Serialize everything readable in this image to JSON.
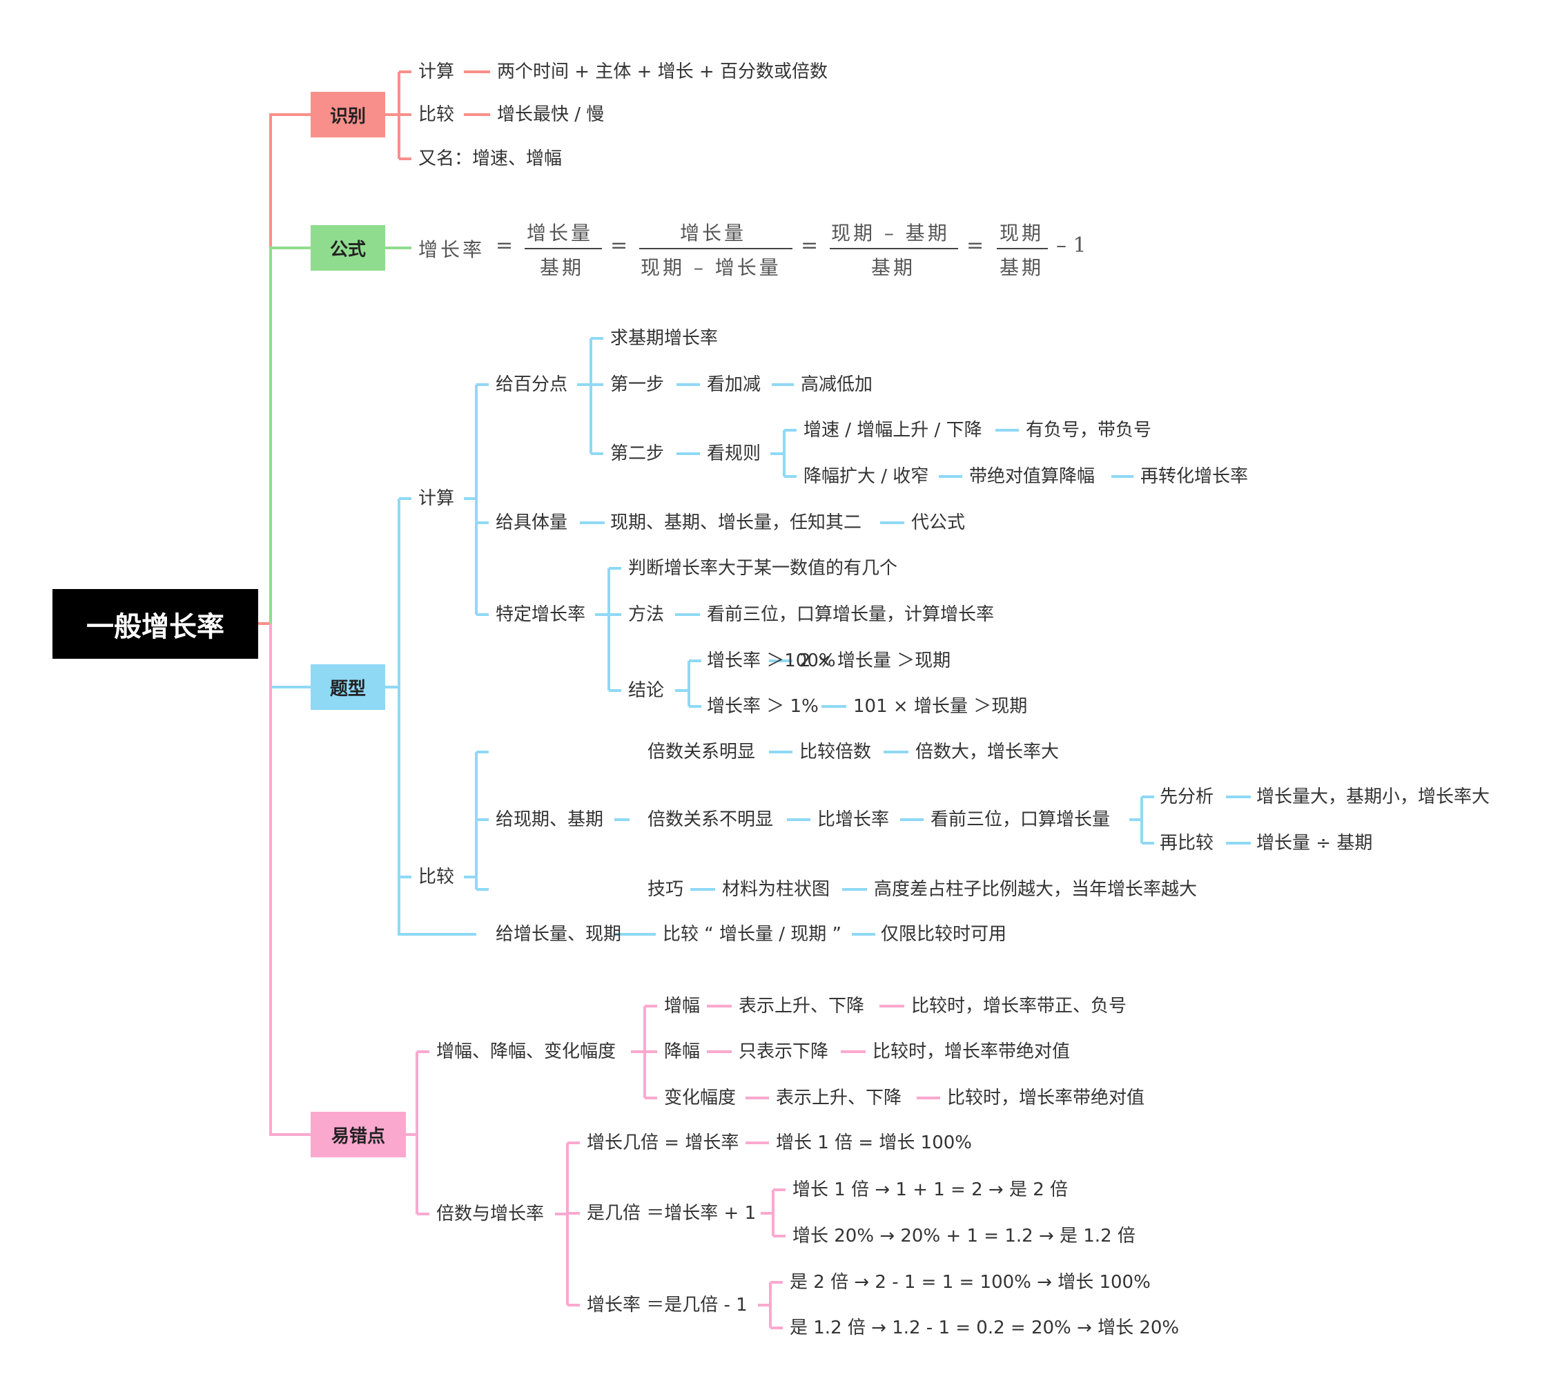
{
  "colors": {
    "root_bg": "#000000",
    "root_text": "#ffffff",
    "identify": "#f98f8a",
    "formula": "#8fdc8f",
    "types": "#8fd9f5",
    "mistakes": "#fba8cf"
  },
  "root": "一般增长率",
  "identify": {
    "label": "识别",
    "calc": "计算",
    "calc_desc": "两个时间 + 主体 + 增长 + 百分数或倍数",
    "compare": "比较",
    "compare_desc": "增长最快 / 慢",
    "alias": "又名：增速、增幅"
  },
  "formula": {
    "label": "公式",
    "lhs": "增长率",
    "eq": "=",
    "f1_num": "增长量",
    "f1_den": "基期",
    "f2_num": "增长量",
    "f2_den": "现期 – 增长量",
    "f3_num": "现期 – 基期",
    "f3_den": "基期",
    "f4_num": "现期",
    "f4_den": "基期",
    "tail": "– 1"
  },
  "types": {
    "label": "题型",
    "calc": "计算",
    "pct_point": "给百分点",
    "base_rate": "求基期增长率",
    "step1": "第一步",
    "step1_a": "看加减",
    "step1_b": "高减低加",
    "step2": "第二步",
    "step2_a": "看规则",
    "rule1": "增速 / 增幅上升 / 下降",
    "rule1_res": "有负号，带负号",
    "rule2": "降幅扩大 / 收窄",
    "rule2_res": "带绝对值算降幅",
    "rule2_res2": "再转化增长率",
    "concrete": "给具体量",
    "concrete_a": "现期、基期、增长量，任知其二",
    "concrete_b": "代公式",
    "specific": "特定增长率",
    "judge": "判断增长率大于某一数值的有几个",
    "method": "方法",
    "method_a": "看前三位，口算增长量，计算增长率",
    "conclusion": "结论",
    "c1": "增长率 ＞100%",
    "c1_res": "2 × 增长量 ＞现期",
    "c2": "增长率 ＞ 1%",
    "c2_res": "101 × 增长量 ＞现期",
    "compare": "比较",
    "given_cur_base": "给现期、基期",
    "obvious": "倍数关系明显",
    "obvious_a": "比较倍数",
    "obvious_b": "倍数大，增长率大",
    "unobvious": "倍数关系不明显",
    "unobvious_a": "比增长率",
    "unobvious_b": "看前三位，口算增长量",
    "analyze": "先分析",
    "analyze_res": "增长量大，基期小，增长率大",
    "recompare": "再比较",
    "recompare_res": "增长量 ÷ 基期",
    "skill": "技巧",
    "skill_a": "材料为柱状图",
    "skill_b": "高度差占柱子比例越大，当年增长率越大",
    "given_inc_cur": "给增长量、现期",
    "inc_cur_a": "比较 “ 增长量 / 现期 ”",
    "inc_cur_b": "仅限比较时可用"
  },
  "mistakes": {
    "label": "易错点",
    "range": "增幅、降幅、变化幅度",
    "inc": "增幅",
    "inc_a": "表示上升、下降",
    "inc_b": "比较时，增长率带正、负号",
    "dec": "降幅",
    "dec_a": "只表示下降",
    "dec_b": "比较时，增长率带绝对值",
    "chg": "变化幅度",
    "chg_a": "表示上升、下降",
    "chg_b": "比较时，增长率带绝对值",
    "multiple": "倍数与增长率",
    "m1": "增长几倍 = 增长率",
    "m1_a": "增长 1 倍 = 增长 100%",
    "m2": "是几倍 ＝增长率 + 1",
    "m2_a": "增长 1 倍 → 1 + 1 = 2 → 是 2 倍",
    "m2_b": "增长 20% → 20% + 1 = 1.2 → 是 1.2 倍",
    "m3": "增长率 ＝是几倍 - 1",
    "m3_a": "是 2 倍 → 2 - 1 = 1 = 100% → 增长 100%",
    "m3_b": "是 1.2 倍 → 1.2 - 1 = 0.2 = 20% → 增长 20%"
  }
}
